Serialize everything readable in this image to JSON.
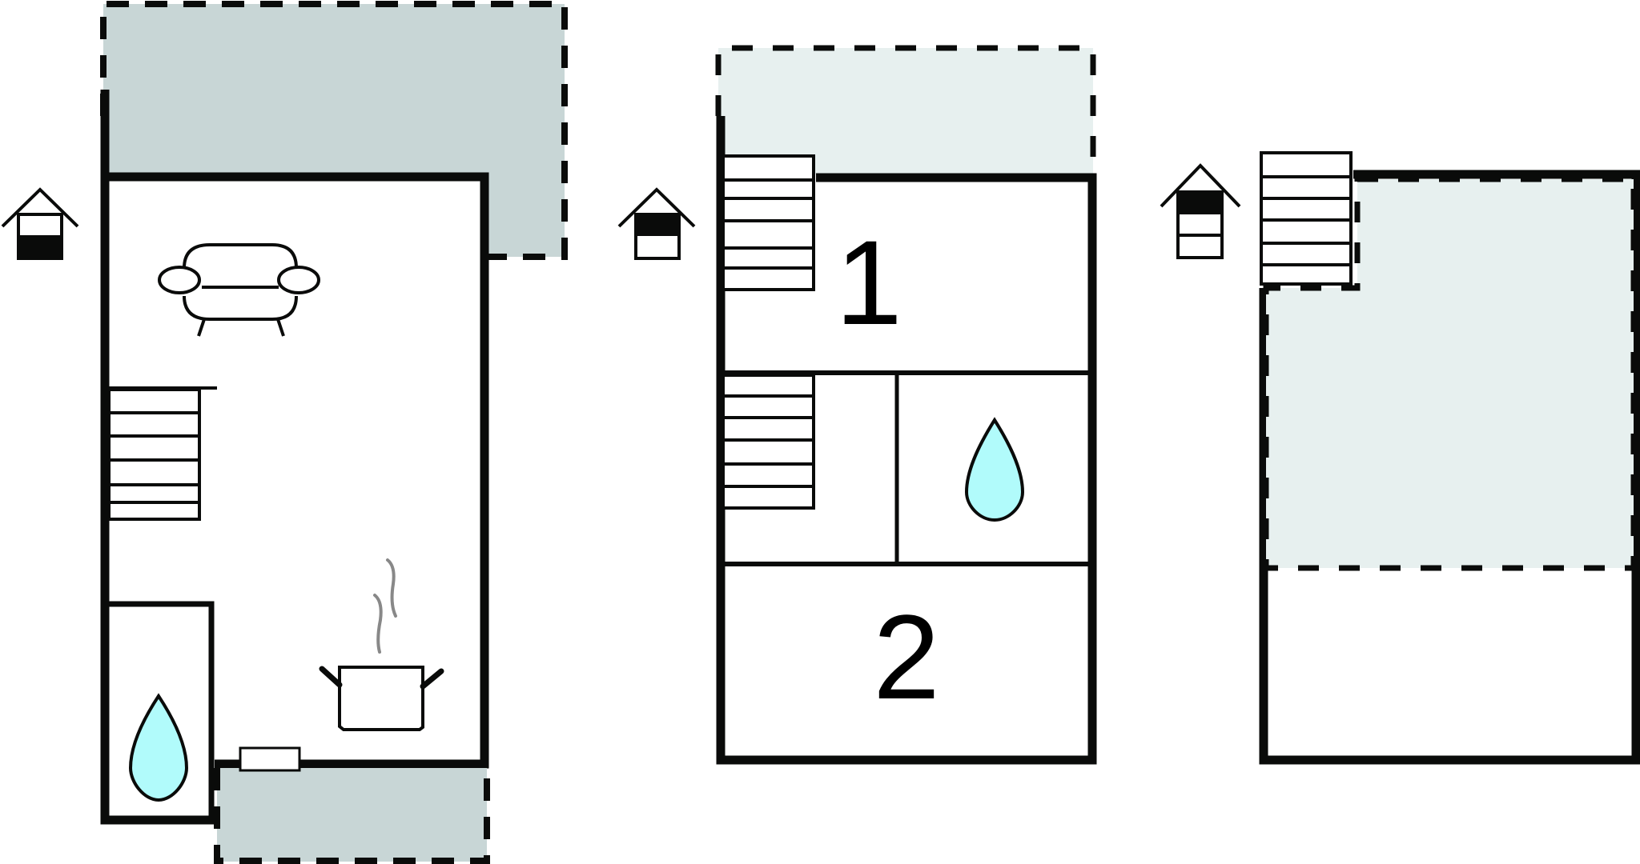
{
  "plan": {
    "floors": [
      {
        "id": "ground",
        "level_icon": "floor-indicator-ground",
        "rooms": [
          "living-room",
          "kitchen",
          "bathroom",
          "staircase",
          "terrace-top",
          "terrace-bottom"
        ]
      },
      {
        "id": "first",
        "level_icon": "floor-indicator-first",
        "rooms": [
          {
            "label": "1"
          },
          {
            "label": "2"
          },
          "bathroom",
          "staircase",
          "balcony"
        ]
      },
      {
        "id": "second",
        "level_icon": "floor-indicator-second",
        "rooms": [
          "staircase",
          "roof-terrace"
        ]
      }
    ],
    "room_labels": {
      "bedroom1": "1",
      "bedroom2": "2"
    },
    "colors": {
      "terrace_dark": "#c8d6d6",
      "terrace_light": "#e7f0ef",
      "water": "#b1fbfb",
      "wall": "#0a0b0a",
      "steam": "#888888"
    }
  }
}
